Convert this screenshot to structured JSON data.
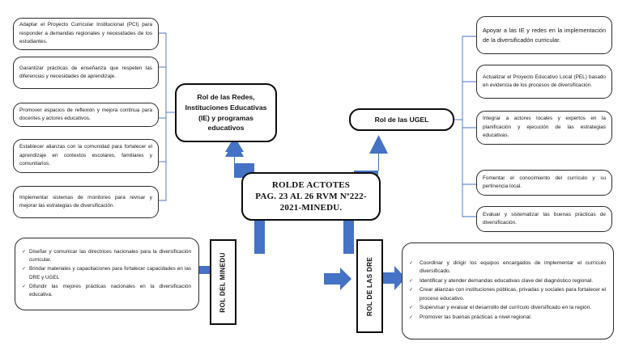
{
  "diagram": {
    "title": "Rol de actores - diversificacion curricular",
    "accent_color": "#4472C4",
    "line_color": "#4472C4",
    "border_color": "#0D0D0D"
  },
  "center": {
    "label": "ROLDE ACTOTES PAG. 23 AL 26 RVM Nº222-2021-MINEDU.",
    "line1": "ROLDE ACTOTES",
    "line2": "PAG. 23 AL 26 RVM Nº222-",
    "line3": "2021-MINEDU."
  },
  "nodes": {
    "redes": {
      "line1": "Rol de las Redes,",
      "line2": "Instituciones Educativas",
      "line3": "(IE) y programas",
      "line4": "educativos"
    },
    "ugel": {
      "label": "Rol de las UGEL"
    },
    "minedu": {
      "label": "ROL DEL MINEDU"
    },
    "dre": {
      "label": "ROL DE LAS DRE"
    }
  },
  "left_branch": {
    "parent": "redes",
    "items": [
      {
        "text": "Adaptar el Proyecto Curricular Institucional (PCI) para responder a demandas regionales y necesidades de los estudiantes."
      },
      {
        "text": "Garantizar prácticas de enseñanza que respeten las diferencias y necesidades de aprendizaje."
      },
      {
        "text": "Promover espacios de reflexión y mejora continua para docentes y actores educativos."
      },
      {
        "text": "Establecer alianzas con la comunidad para fortalecer el aprendizaje en contextos escolares, familiares y comunitarios."
      },
      {
        "text": "Implementar sistemas de monitoreo para revisar y mejorar las estrategias de diversificación."
      }
    ]
  },
  "right_branch": {
    "parent": "ugel",
    "items": [
      {
        "text": "Apoyar a las IE y redes en la implementación de la diversificadón curricular."
      },
      {
        "text": "Actualizar el Proyecto Educativo Local (PEL) basado en evidencia de los procesos de diversificación."
      },
      {
        "text": "Integrar a actores locales y expertos en la planificación y ejecución de las estrategias educativas."
      },
      {
        "text": "Fomentar el conocimiento del currículo y su pertinencia local."
      },
      {
        "text": "Evaluar y sistematizar las buenas prácticas de diversificación."
      }
    ]
  },
  "minedu_checklist": {
    "parent": "minedu",
    "bullet": "✓",
    "items": [
      "Diseñar y comunicar las directrices nacionales para la diversificación curricular.",
      "Brindar materiales y capacitaciones para fortalecer capacidades en las DRE y UGEL",
      "Difundir las mejores prácticas nacionales en la diversificación educativa."
    ]
  },
  "dre_checklist": {
    "parent": "dre",
    "bullet": "✓",
    "items": [
      "Coordinar y dirigir los equipos encargados de implementar el currículo diversificado.",
      "Identificar y atender demandas educativas clave del diagnóstico regional.",
      "Crear alianzas con instituciones públicas, privadas y sociales para fortalecer el proceso educativo.",
      "Supervisar y evaluar el desarrollo del currículo diversificado en la región.",
      "Promover las buenas prácticas a nivel regional."
    ]
  },
  "arrows": [
    {
      "name": "arrow-center-to-redes",
      "direction": "up-left"
    },
    {
      "name": "arrow-center-to-ugel",
      "direction": "up-right"
    },
    {
      "name": "arrow-center-to-minedu",
      "direction": "down-left"
    },
    {
      "name": "arrow-center-to-dre",
      "direction": "down-right"
    },
    {
      "name": "arrow-minedu-to-checklist",
      "direction": "left"
    },
    {
      "name": "arrow-dre-to-checklist",
      "direction": "right"
    }
  ]
}
